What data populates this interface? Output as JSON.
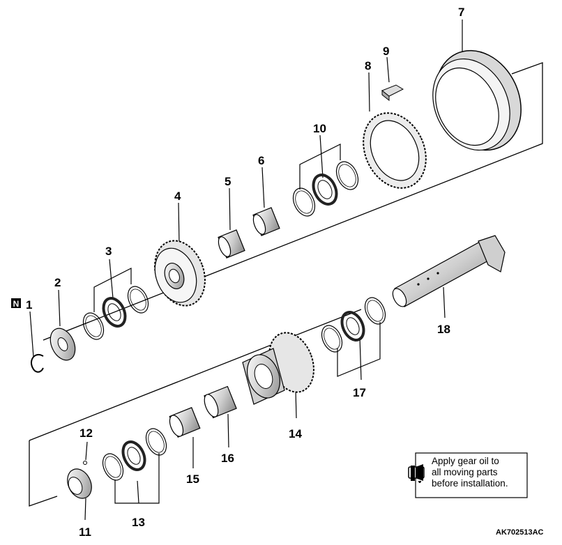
{
  "callouts": [
    "1",
    "2",
    "3",
    "4",
    "5",
    "6",
    "7",
    "8",
    "9",
    "10",
    "11",
    "12",
    "13",
    "14",
    "15",
    "16",
    "17",
    "18"
  ],
  "note": {
    "line1": "Apply gear oil to",
    "line2": "all moving parts",
    "line3": "before installation.",
    "icon": "oil-can-icon"
  },
  "marker": {
    "label": "N",
    "icon": "n-marker-icon"
  },
  "reference_code": "AK702513AC",
  "colors": {
    "ink": "#000000",
    "paper": "#ffffff",
    "shade": "#d8d8d8"
  }
}
